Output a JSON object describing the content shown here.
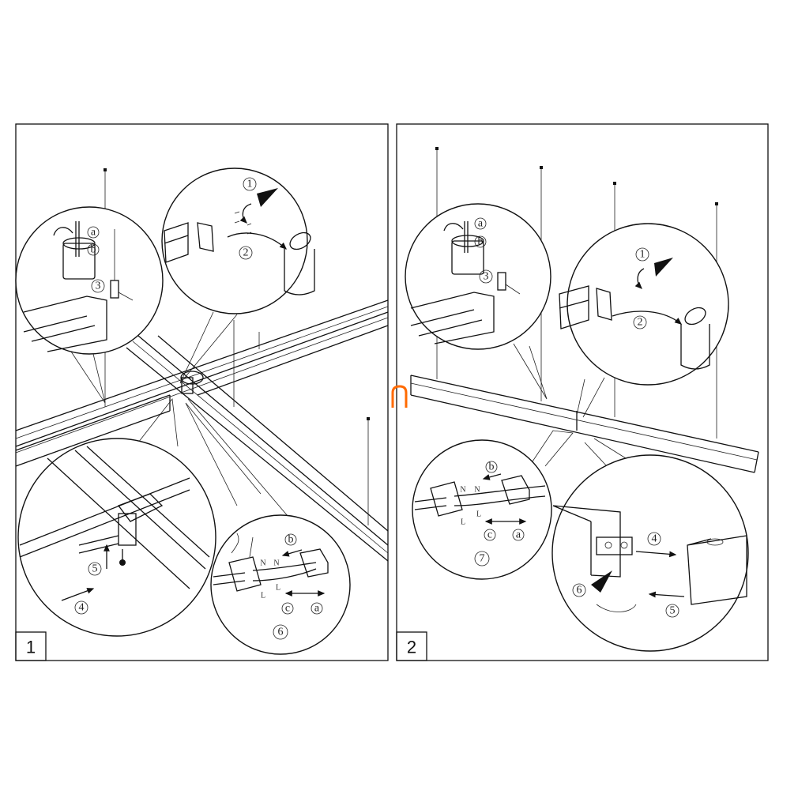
{
  "panels": [
    {
      "number": "1",
      "labels": {
        "a1": "a",
        "b1": "b",
        "s3": "3",
        "s1": "1",
        "s2": "2",
        "s5": "5",
        "s4": "4",
        "b2": "b",
        "n1": "N",
        "n2": "N",
        "l1": "L",
        "l2": "L",
        "c": "c",
        "a2": "a",
        "s6": "6"
      }
    },
    {
      "number": "2",
      "labels": {
        "a1": "a",
        "b1": "b",
        "s3": "3",
        "s1": "1",
        "s2": "2",
        "b2": "b",
        "n1": "N",
        "n2": "N",
        "l1": "L",
        "l2": "L",
        "c": "c",
        "a2": "a",
        "s7": "7",
        "s4": "4",
        "s6": "6",
        "s5": "5"
      }
    }
  ],
  "colors": {
    "line": "#111111",
    "cursor": "#ff6a00"
  }
}
